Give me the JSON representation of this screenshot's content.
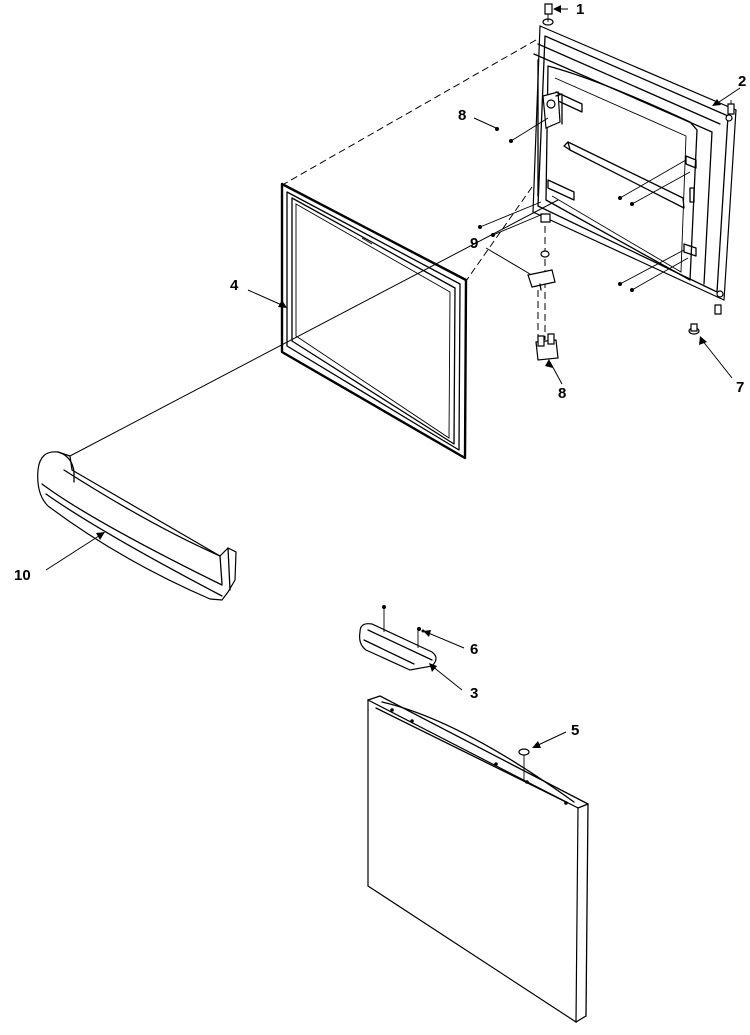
{
  "callouts": {
    "c1": "1",
    "c2": "2",
    "c3": "3",
    "c4": "4",
    "c5": "5",
    "c6": "6",
    "c7": "7",
    "c8_top": "8",
    "c8_bottom": "8",
    "c9": "9",
    "c10": "10"
  }
}
